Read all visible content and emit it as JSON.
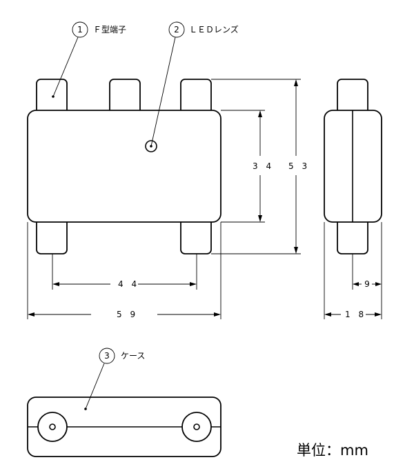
{
  "callouts": [
    {
      "num": "1",
      "label": "Ｆ型端子"
    },
    {
      "num": "2",
      "label": "ＬＥＤレンズ"
    },
    {
      "num": "3",
      "label": "ケース"
    }
  ],
  "dimensions": {
    "inner_height": "3 4",
    "outer_height": "5 3",
    "terminal_pitch": "4 4",
    "overall_width": "5 9",
    "side_offset": "9",
    "depth": "1 8"
  },
  "units_note": "単位：mm"
}
